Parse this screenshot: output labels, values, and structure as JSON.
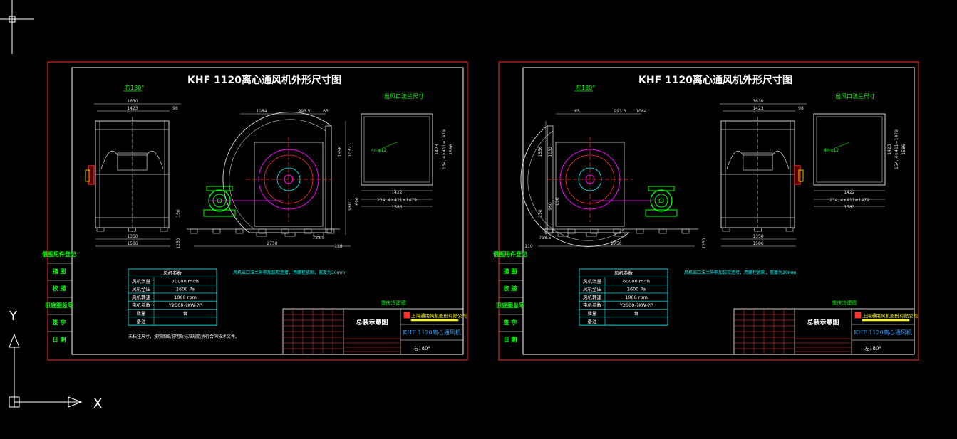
{
  "colors": {
    "background": "#000000",
    "frame_outer": "#ff2a2a",
    "frame_inner": "#ffffff",
    "title": "#ffffff",
    "label_green": "#00ff00",
    "dimension": "#dddddd",
    "table_cyan": "#00ffff",
    "magenta": "#ff00ff",
    "yellow": "#ffff00",
    "red": "#ff3030",
    "blue_text": "#3aa0ff"
  },
  "ucs": {
    "y_label": "Y",
    "x_label": "X"
  },
  "sheets": [
    {
      "title": "KHF 1120离心通风机外形尺寸图",
      "rotation_label": "右180°",
      "outlet_label": "出风口法兰尺寸",
      "flange_note": "4n-φ12",
      "spec_header": "风机参数",
      "spec_rows": [
        {
          "k": "风机流量",
          "v": "70000 m³/h"
        },
        {
          "k": "风机全压",
          "v": "2600 Pa"
        },
        {
          "k": "风机转速",
          "v": "1060 rpm"
        },
        {
          "k": "电机参数",
          "v": "Y2S00-?KW-?P"
        },
        {
          "k": "数量",
          "v": "台"
        },
        {
          "k": "备注",
          "v": ""
        }
      ],
      "note1": "风机出口法兰外侧加装软连接，用螺栓紧固，宽度为20mm",
      "note2": "未标注尺寸，按照图纸说明及标准规范执行合同技术文件。",
      "side_labels": [
        "借图用件登记",
        "描 图",
        "校 描",
        "旧底图总号",
        "签 字",
        "日 期"
      ],
      "drawing_name": "总装示意图",
      "company": "上海通用风机股份有限公司",
      "model": "KHF 1120离心通风机",
      "bottom_rotation": "右180°",
      "stamp": "重庆冷建德",
      "dims": {
        "top_left_a": "1630",
        "top_left_b": "1423",
        "top_left_c": "98",
        "top_mid_a": "1084",
        "top_mid_b": "993.5",
        "top_mid_c": "65",
        "right_v1": "1556",
        "right_v2": "1032",
        "right_v3": "960",
        "right_v4": "690",
        "bottom_a": "1350",
        "bottom_b": "1586",
        "bottom_c": "2750",
        "bottom_d": "738.5",
        "bottom_e": "118",
        "bottom_f": "1250",
        "flange_w": "1422",
        "flange_w2": "1585",
        "flange_sub": "234, 4×411=1479",
        "flange_h": "1423",
        "flange_h2": "1586",
        "flange_h_sub": "154, 4×411=1479",
        "left_small": "150"
      }
    },
    {
      "title": "KHF 1120离心通风机外形尺寸图",
      "rotation_label": "左180°",
      "outlet_label": "出风口法兰尺寸",
      "flange_note": "4n-φ12",
      "spec_header": "风机参数",
      "spec_rows": [
        {
          "k": "风机流量",
          "v": "60000 m³/h"
        },
        {
          "k": "风机全压",
          "v": "2600 Pa"
        },
        {
          "k": "风机转速",
          "v": "1060 rpm"
        },
        {
          "k": "电机参数",
          "v": "Y2S00-?KW-?P"
        },
        {
          "k": "数量",
          "v": "台"
        },
        {
          "k": "备注",
          "v": ""
        }
      ],
      "note1": "风机出口法兰外侧加装软连接，用螺栓紧固，宽度为20mm",
      "note2": "",
      "side_labels": [
        "借图用件登记",
        "描 图",
        "校 描",
        "旧底图总号",
        "签 字",
        "日 期"
      ],
      "drawing_name": "总装示意图",
      "company": "上海通用风机股份有限公司",
      "model": "KHF 1120离心通风机",
      "bottom_rotation": "左180°",
      "stamp": "重庆冷建德",
      "dims": {
        "top_left_a": "65",
        "top_left_b": "993.5",
        "top_left_c": "1084",
        "top_mid_a": "1630",
        "top_mid_b": "1423",
        "top_mid_c": "98",
        "right_v1": "1556",
        "right_v2": "1032",
        "right_v3": "960",
        "right_v4": "690",
        "bottom_a": "738.5",
        "bottom_b": "2750",
        "bottom_c": "1350",
        "bottom_d": "1586",
        "bottom_e": "110",
        "bottom_f": "1250",
        "flange_w": "1422",
        "flange_w2": "1585",
        "flange_sub": "234, 4×411=1479",
        "flange_h": "1423",
        "flange_h2": "1586",
        "flange_h_sub": "154, 4×411=1479",
        "left_small": "150"
      }
    }
  ]
}
